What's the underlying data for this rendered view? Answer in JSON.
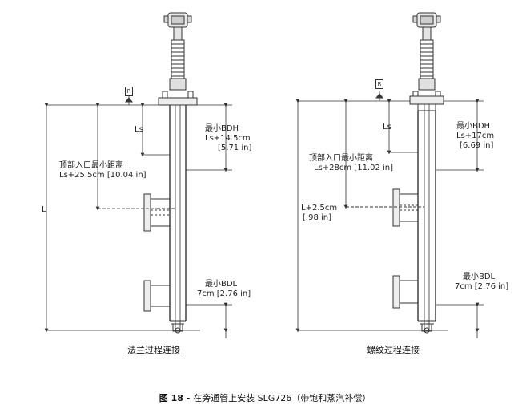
{
  "figure": {
    "number": "图 18",
    "separator": " - ",
    "title": "在旁通管上安装 SLG726（带饱和蒸汽补偿）"
  },
  "left_diagram": {
    "caption": "法兰过程连接",
    "ref_marker": "R",
    "ls_label": "Ls",
    "total_length_label": "L",
    "top_entry": {
      "title": "顶部入口最小距离",
      "value": "Ls+25.5cm [10.04 in]"
    },
    "min_bdh": {
      "title": "最小BDH",
      "value_cm": "Ls+14.5cm",
      "value_in": "[5.71 in]"
    },
    "min_bdl": {
      "title": "最小BDL",
      "value": "7cm [2.76 in]"
    }
  },
  "right_diagram": {
    "caption": "螺纹过程连接",
    "ref_marker": "R",
    "ls_label": "Ls",
    "total_length_label": "L+2.5cm",
    "total_length_label_in": "[.98 in]",
    "top_entry": {
      "title": "顶部入口最小距离",
      "value": "Ls+28cm [11.02 in]"
    },
    "min_bdh": {
      "title": "最小BDH",
      "value_cm": "Ls+17cm",
      "value_in": "[6.69 in]"
    },
    "min_bdl": {
      "title": "最小BDL",
      "value": "7cm [2.76 in]"
    }
  }
}
